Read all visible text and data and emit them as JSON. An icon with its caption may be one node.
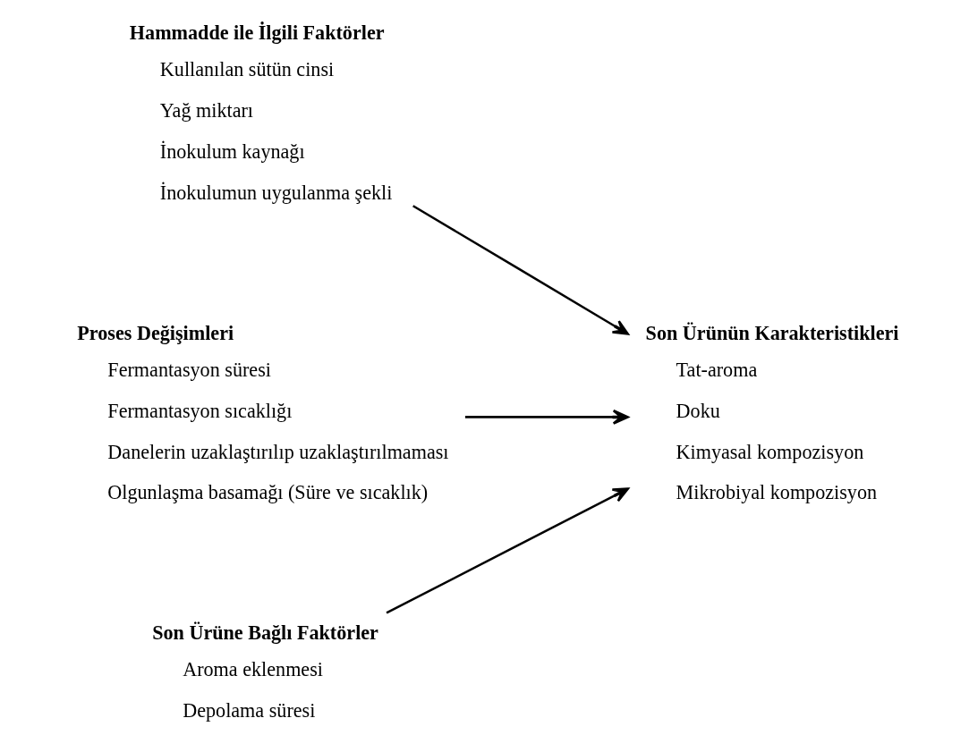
{
  "diagram": {
    "nodes": [
      {
        "text": [
          "Hammadde ile İlgili Faktörler",
          "Kullanılan sütün cinsi",
          "Yağ miktarı",
          "İnokulum kaynağı",
          "İnokulumun uygulanma şekli"
        ]
      },
      {
        "text": [
          "Proses Değişimleri",
          "Fermantasyon süresi",
          "Fermantasyon sıcaklığı",
          "Danelerin uzaklaştırılıp uzaklaştırılmaması",
          "Olgunlaşma basamağı (Süre ve sıcaklık)"
        ]
      },
      {
        "text": [
          "Son Ürüne Bağlı Faktörler",
          "Aroma eklenmesi",
          "Depolama süresi"
        ]
      },
      {
        "text": [
          "Son Ürünün Karakteristikleri",
          "Tat-aroma",
          "Doku",
          "Kimyasal kompozisyon",
          "Mikrobiyal kompozisyon"
        ]
      }
    ],
    "edges": [
      {
        "from": 0,
        "to": 3,
        "arrow": "to"
      },
      {
        "from": 1,
        "to": 3,
        "arrow": "to"
      },
      {
        "from": 2,
        "to": 3,
        "arrow": "to"
      }
    ]
  }
}
